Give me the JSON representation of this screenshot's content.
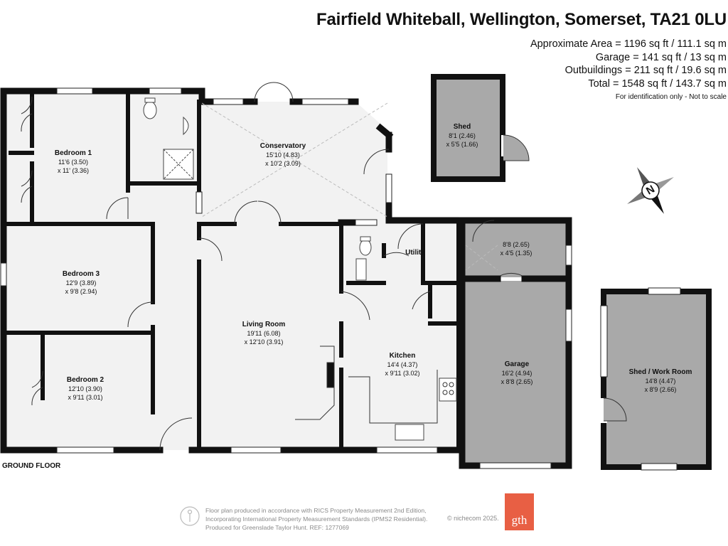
{
  "header": {
    "address": "Fairfield Whiteball, Wellington, Somerset, TA21 0LU",
    "areas": [
      "Approximate Area = 1196 sq ft / 111.1 sq m",
      "Garage = 141 sq ft / 13 sq m",
      "Outbuildings = 211 sq ft / 19.6 sq m",
      "Total = 1548 sq ft / 143.7 sq m"
    ],
    "note": "For identification only - Not to scale"
  },
  "rooms": {
    "bedroom1": {
      "name": "Bedroom 1",
      "dim1": "11'6 (3.50)",
      "dim2": "x 11' (3.36)"
    },
    "conservatory": {
      "name": "Conservatory",
      "dim1": "15'10 (4.83)",
      "dim2": "x 10'2 (3.09)"
    },
    "shed": {
      "name": "Shed",
      "dim1": "8'1 (2.46)",
      "dim2": "x 5'5 (1.66)"
    },
    "bedroom3": {
      "name": "Bedroom 3",
      "dim1": "12'9 (3.89)",
      "dim2": "x 9'8 (2.94)"
    },
    "living": {
      "name": "Living Room",
      "dim1": "19'11 (6.08)",
      "dim2": "x 12'10 (3.91)"
    },
    "utility": {
      "name": "Utility"
    },
    "store": {
      "dim1": "8'8 (2.65)",
      "dim2": "x 4'5 (1.35)"
    },
    "kitchen": {
      "name": "Kitchen",
      "dim1": "14'4 (4.37)",
      "dim2": "x 9'11 (3.02)"
    },
    "garage": {
      "name": "Garage",
      "dim1": "16'2 (4.94)",
      "dim2": "x 8'8 (2.65)"
    },
    "workroom": {
      "name": "Shed / Work Room",
      "dim1": "14'8 (4.47)",
      "dim2": "x 8'9 (2.66)"
    },
    "bedroom2": {
      "name": "Bedroom 2",
      "dim1": "12'10 (3.90)",
      "dim2": "x 9'11 (3.01)"
    }
  },
  "floor_label": "GROUND FLOOR",
  "compass_letter": "N",
  "footer": {
    "line1": "Floor plan produced in accordance with RICS Property Measurement 2nd Edition,",
    "line2": "Incorporating International Property Measurement Standards (IPMS2 Residential).",
    "line3": "Produced for Greenslade Taylor Hunt.   REF: 1277069",
    "copyright": "© nichecom 2025.",
    "logo": "gth"
  },
  "colors": {
    "wall": "#111111",
    "floor": "#f2f2f2",
    "outbuilding_floor": "#a9a9a9",
    "logo": "#e85f44"
  }
}
